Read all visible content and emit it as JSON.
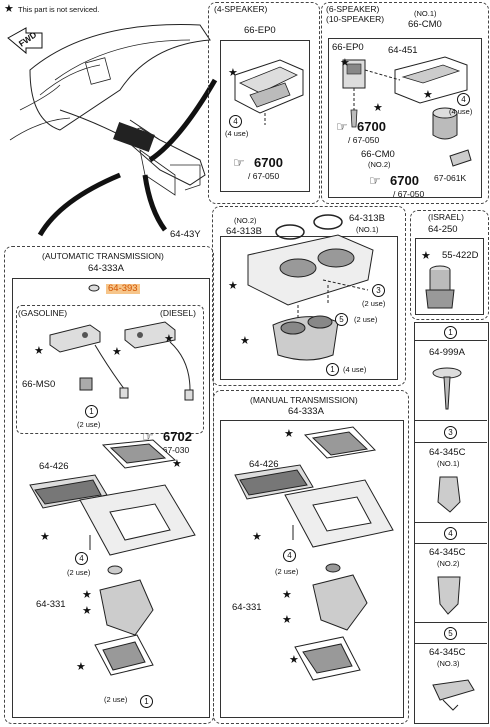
{
  "note": "This part is not serviced.",
  "fwd": "FWD",
  "star": "★",
  "hand": "☞",
  "sections": {
    "spk4": {
      "title": "(4-SPEAKER)",
      "part": "66-EP0",
      "qty": "(4 use)",
      "ref": "6700",
      "refsub": "/ 67-050"
    },
    "spk6": {
      "title1": "(6-SPEAKER)",
      "title2": "(10-SPEAKER)",
      "no1": "(NO.1)",
      "cm0": "66-CM0",
      "ep0": "66-EP0",
      "p451": "64-451",
      "qty": "(4 use)",
      "ref": "6700",
      "refsub": "/ 67-050",
      "cm0b": "66-CM0",
      "no2": "(NO.2)",
      "ref2": "6700",
      "ref2sub": "/ 67-050",
      "k061": "67-061K"
    },
    "cup": {
      "p43y": "64-43Y",
      "no2": "(NO.2)",
      "b313a": "64-313B",
      "b313b": "64-313B",
      "no1": "(NO.1)",
      "qty2": "(2 use)",
      "qty2b": "(2 use)",
      "qty4": "(4 use)"
    },
    "israel": {
      "title": "(ISRAEL)",
      "p250": "64-250",
      "p422": "55-422D"
    },
    "auto": {
      "title": "(AUTOMATIC TRANSMISSION)",
      "part": "64-333A",
      "p393": "64-393",
      "gas": "(GASOLINE)",
      "diesel": "(DIESEL)",
      "ms0": "66-MS0",
      "qty2": "(2 use)",
      "ref": "6702",
      "refsub": "/ 67-030",
      "p426": "64-426",
      "qty2b": "(2 use)",
      "p331": "64-331",
      "qty2c": "(2 use)"
    },
    "manual": {
      "title": "(MANUAL TRANSMISSION)",
      "part": "64-333A",
      "p426": "64-426",
      "qty2": "(2 use)",
      "p331": "64-331"
    },
    "legend": {
      "c1": "1",
      "p999": "64-999A",
      "c3": "3",
      "p345a": "64-345C",
      "no1": "(NO.1)",
      "c4": "4",
      "p345b": "64-345C",
      "no2": "(NO.2)",
      "c5": "5",
      "p345c": "64-345C",
      "no3": "(NO.3)"
    }
  },
  "callouts": {
    "one": "1",
    "three": "3",
    "four": "4",
    "five": "5"
  }
}
